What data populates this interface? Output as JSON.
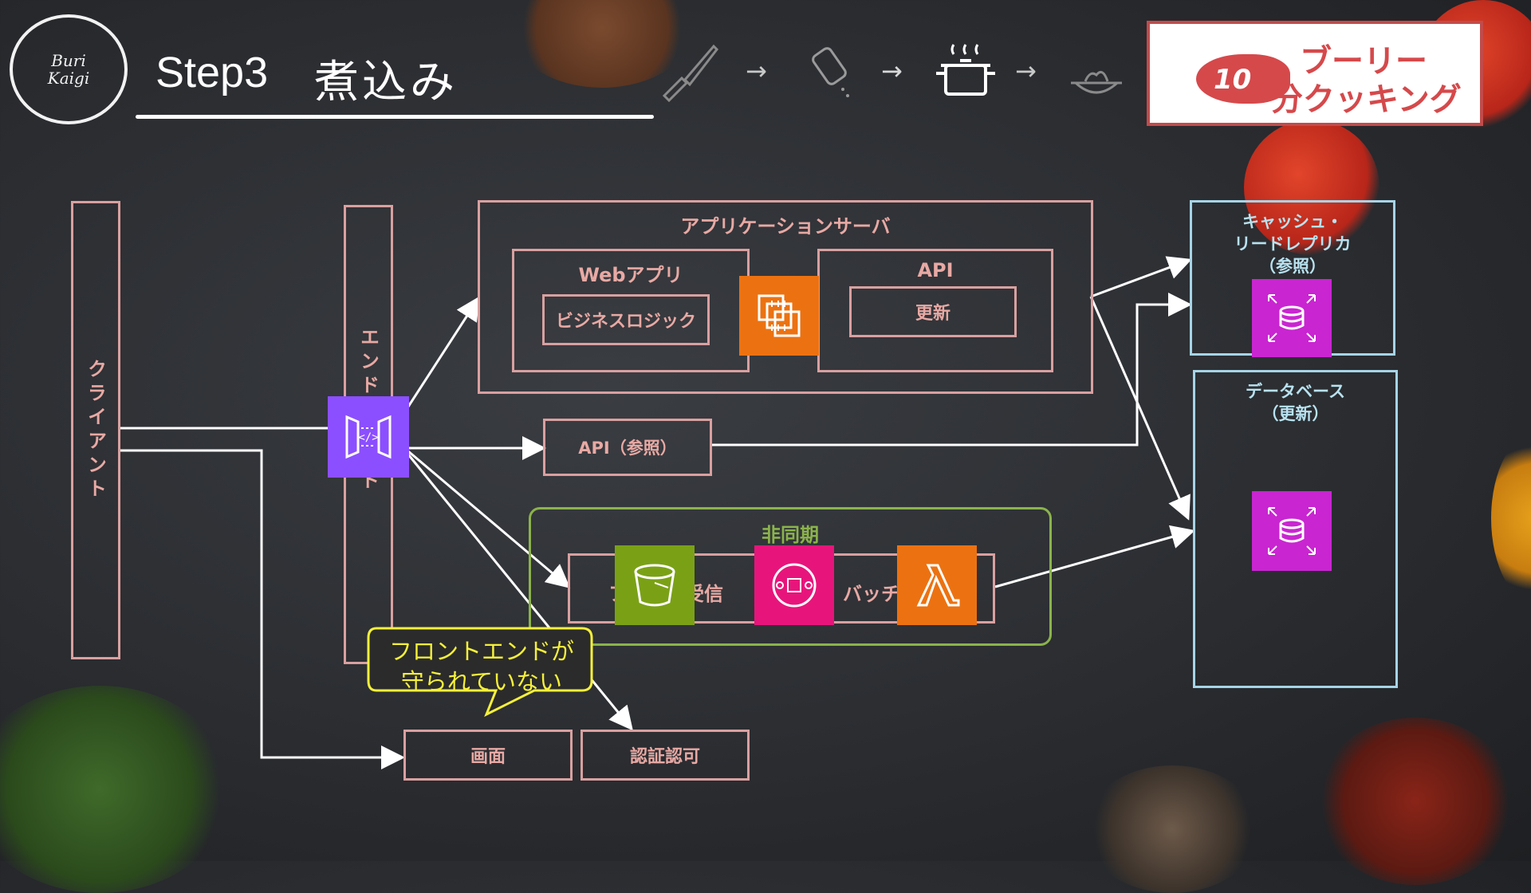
{
  "header": {
    "logo_text_1": "Buri",
    "logo_text_2": "Kaigi",
    "title": "Step3",
    "subtitle": "煮込み",
    "badge_number": "10",
    "badge_line1": "ブーリー",
    "badge_line2": "分クッキング"
  },
  "steps": [
    {
      "icon": "knife-icon"
    },
    {
      "icon": "salt-shaker-icon"
    },
    {
      "icon": "cooking-pot-icon"
    },
    {
      "icon": "plated-dish-icon"
    }
  ],
  "diagram": {
    "client": "クライアント",
    "endpoint": "エンドポイント",
    "app_server": "アプリケーションサーバ",
    "webapp": "Webアプリ",
    "business_logic": "ビジネスロジック",
    "api": "API",
    "update": "更新",
    "api_ref": "API（参照）",
    "async": "非同期",
    "file_receive": "ファイル受信",
    "batch": "バッチ",
    "screen": "画面",
    "auth": "認証認可",
    "cache_line1": "キャッシュ・",
    "cache_line2": "リードレプリカ",
    "cache_line3": "（参照）",
    "db_line1": "データベース",
    "db_line2": "（更新）",
    "callout_line1": "フロントエンドが",
    "callout_line2": "守られていない"
  },
  "colors": {
    "pink": "#d9a0a0",
    "blue": "#a6d4e6",
    "green": "#8bb34b",
    "orange": "#ec7211",
    "purple": "#8c4fff",
    "magenta": "#c925d1",
    "hotpink": "#e7157b",
    "s3green": "#7aa116",
    "callout": "#f5f03a"
  }
}
